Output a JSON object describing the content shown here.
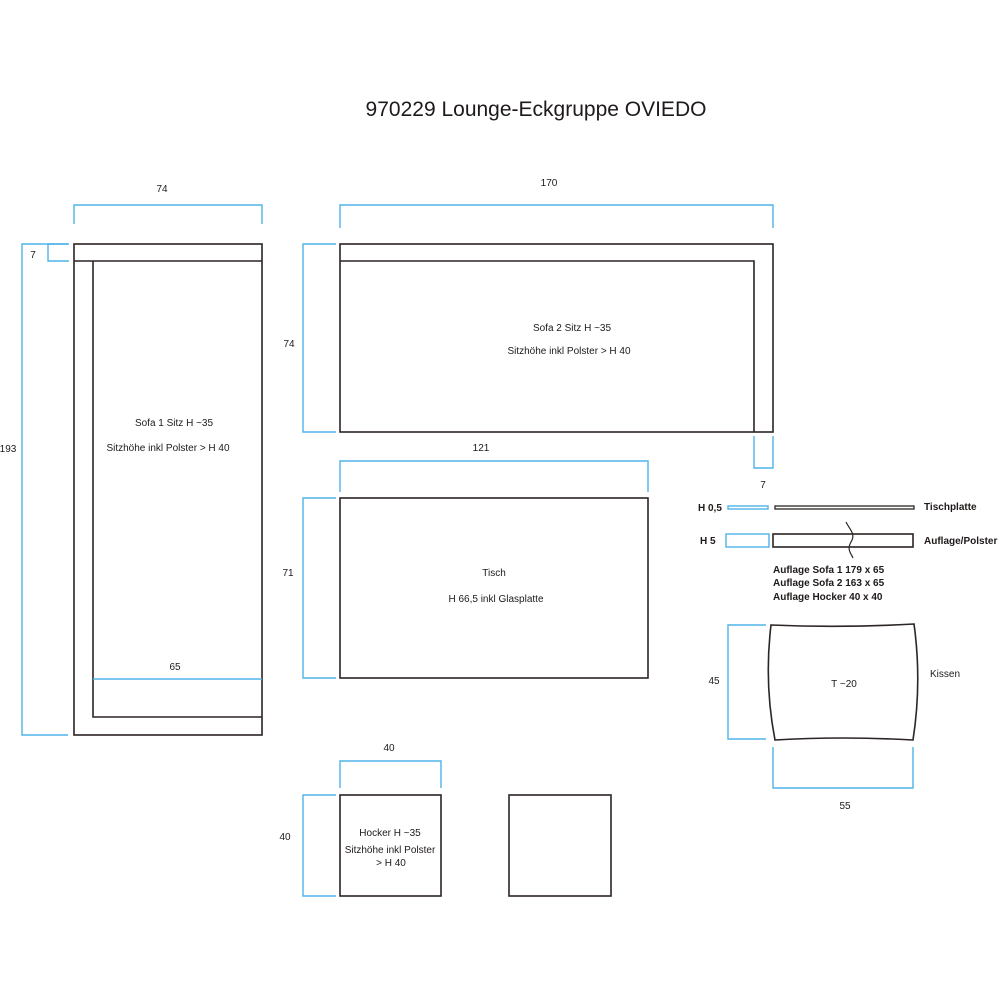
{
  "title": "970229 Lounge-Eckgruppe OVIEDO",
  "sofa1": {
    "width": "74",
    "back_depth": "7",
    "length": "193",
    "seat_width": "65",
    "label_line1": "Sofa 1 Sitz H ~35",
    "label_line2": "Sitzhöhe inkl Polster > H 40"
  },
  "sofa2": {
    "width": "170",
    "depth": "74",
    "arm_width": "7",
    "label_line1": "Sofa 2 Sitz H ~35",
    "label_line2": "Sitzhöhe inkl Polster > H 40"
  },
  "table": {
    "width": "121",
    "depth": "71",
    "label_line1": "Tisch",
    "label_line2": "H 66,5 inkl Glasplatte"
  },
  "stool": {
    "width": "40",
    "depth": "40",
    "label_line1": "Hocker H ~35",
    "label_line2": "Sitzhöhe inkl Polster",
    "label_line3": "> H 40"
  },
  "layers": {
    "top_height": "H 0,5",
    "top_label": "Tischplatte",
    "pad_height": "H 5",
    "pad_label": "Auflage/Polster",
    "pad_notes": [
      "Auflage Sofa 1 179 x 65",
      "Auflage Sofa 2 163 x 65",
      "Auflage Hocker 40 x 40"
    ]
  },
  "cushion": {
    "label": "Kissen",
    "height": "45",
    "width": "55",
    "thickness": "T ~20"
  },
  "colors": {
    "outline": "#2b2523",
    "dimension": "#4fb3e8",
    "background": "#ffffff"
  }
}
